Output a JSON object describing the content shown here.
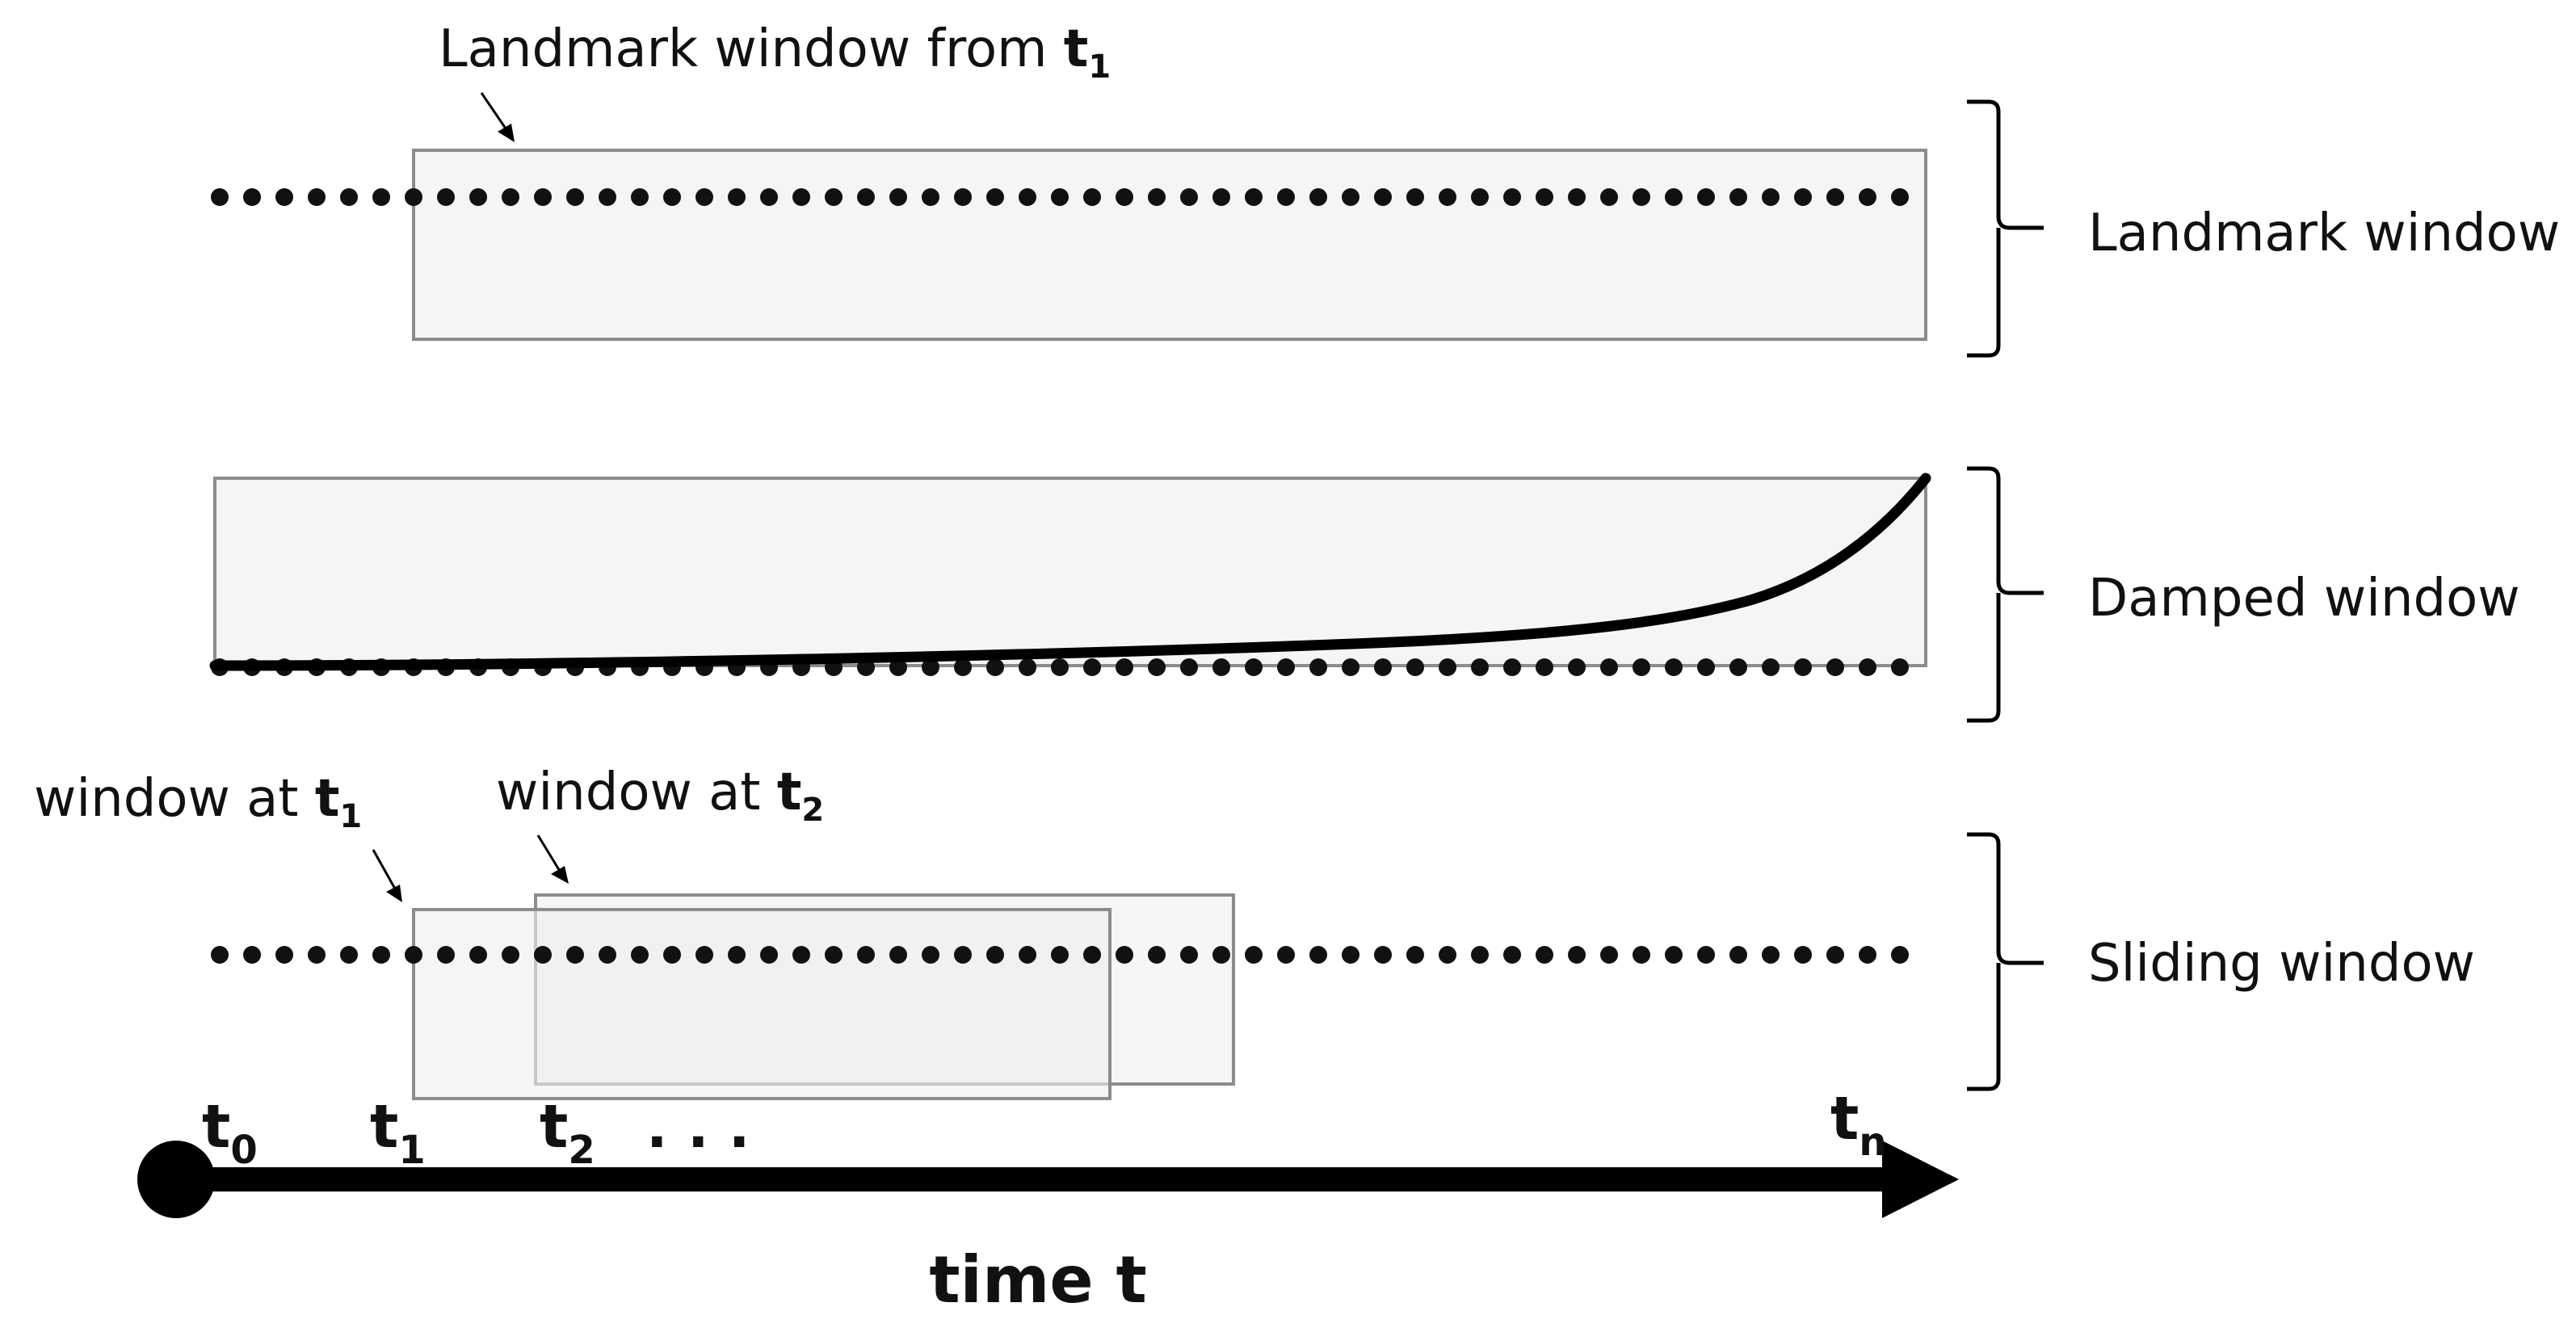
{
  "labels": {
    "landmark_annot_prefix": "Landmark window from ",
    "landmark_annot_sym": "t",
    "landmark_annot_sub": "1",
    "landmark_brace": "Landmark window",
    "damped_brace": "Damped window",
    "sliding_brace": "Sliding window",
    "win_t1_prefix": "window at ",
    "win_t1_sym": "t",
    "win_t1_sub": "1",
    "win_t2_prefix": "window at ",
    "win_t2_sym": "t",
    "win_t2_sub": "2",
    "axis_title": "time t"
  },
  "ticks": [
    {
      "sym": "t",
      "sub": "0"
    },
    {
      "sym": "t",
      "sub": "1"
    },
    {
      "sym": "t",
      "sub": "2"
    },
    {
      "sym": "t",
      "sub": "n"
    }
  ],
  "ellipsis": ". . .",
  "colors": {
    "dots": "#111111",
    "box_fill": "#f5f5f5",
    "box_stroke": "#8c8c8c",
    "axis": "#000000"
  }
}
